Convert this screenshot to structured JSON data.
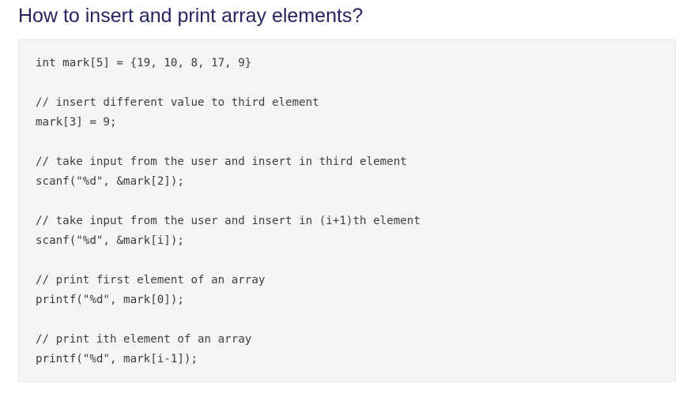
{
  "page": {
    "title": "How to insert and print array elements?"
  },
  "code": {
    "lines": [
      "int mark[5] = {19, 10, 8, 17, 9}",
      "",
      "// insert different value to third element",
      "mark[3] = 9;",
      "",
      "// take input from the user and insert in third element",
      "scanf(\"%d\", &mark[2]);",
      "",
      "// take input from the user and insert in (i+1)th element",
      "scanf(\"%d\", &mark[i]);",
      "",
      "// print first element of an array",
      "printf(\"%d\", mark[0]);",
      "",
      "// print ith element of an array",
      "printf(\"%d\", mark[i-1]);"
    ]
  },
  "colors": {
    "title": "#25265e",
    "code_background": "#f5f5f5",
    "code_text": "#3b3b3b"
  }
}
